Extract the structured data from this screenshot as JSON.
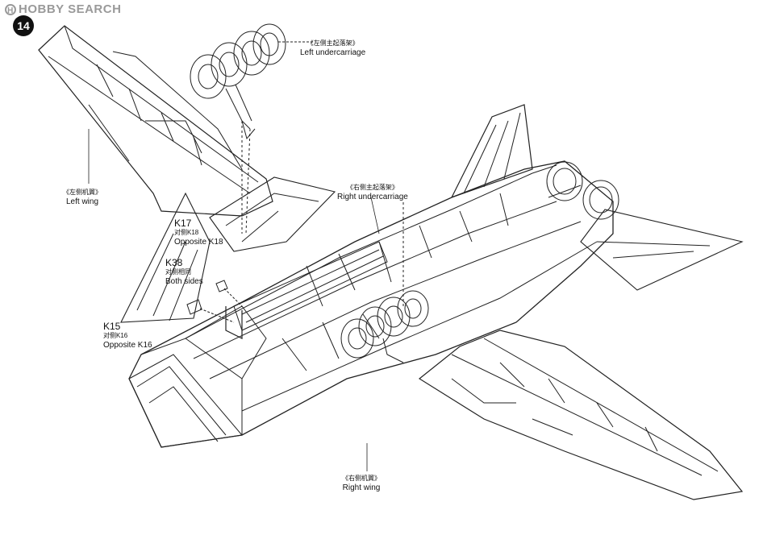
{
  "watermark": {
    "text": "HOBBY SEARCH",
    "logo_letter": "H"
  },
  "step": {
    "number": "14"
  },
  "labels": {
    "left_undercarriage": {
      "cn": "《左侧主起落架》",
      "en": "Left undercarriage"
    },
    "right_undercarriage": {
      "cn": "《右侧主起落架》",
      "en": "Right undercarriage"
    },
    "left_wing": {
      "cn": "《左侧机翼》",
      "en": "Left wing"
    },
    "right_wing": {
      "cn": "《右侧机翼》",
      "en": "Right wing"
    },
    "k17": {
      "part": "K17",
      "cn": "对侧K18",
      "en": "Opposite K18"
    },
    "k38": {
      "part": "K38",
      "cn": "对侧相同",
      "en": "Both sides"
    },
    "k15": {
      "part": "K15",
      "cn": "对侧K16",
      "en": "Opposite K16"
    }
  },
  "colors": {
    "line": "#222222",
    "paper": "#ffffff",
    "badge": "#111111",
    "watermark": "#9a9a9a"
  }
}
